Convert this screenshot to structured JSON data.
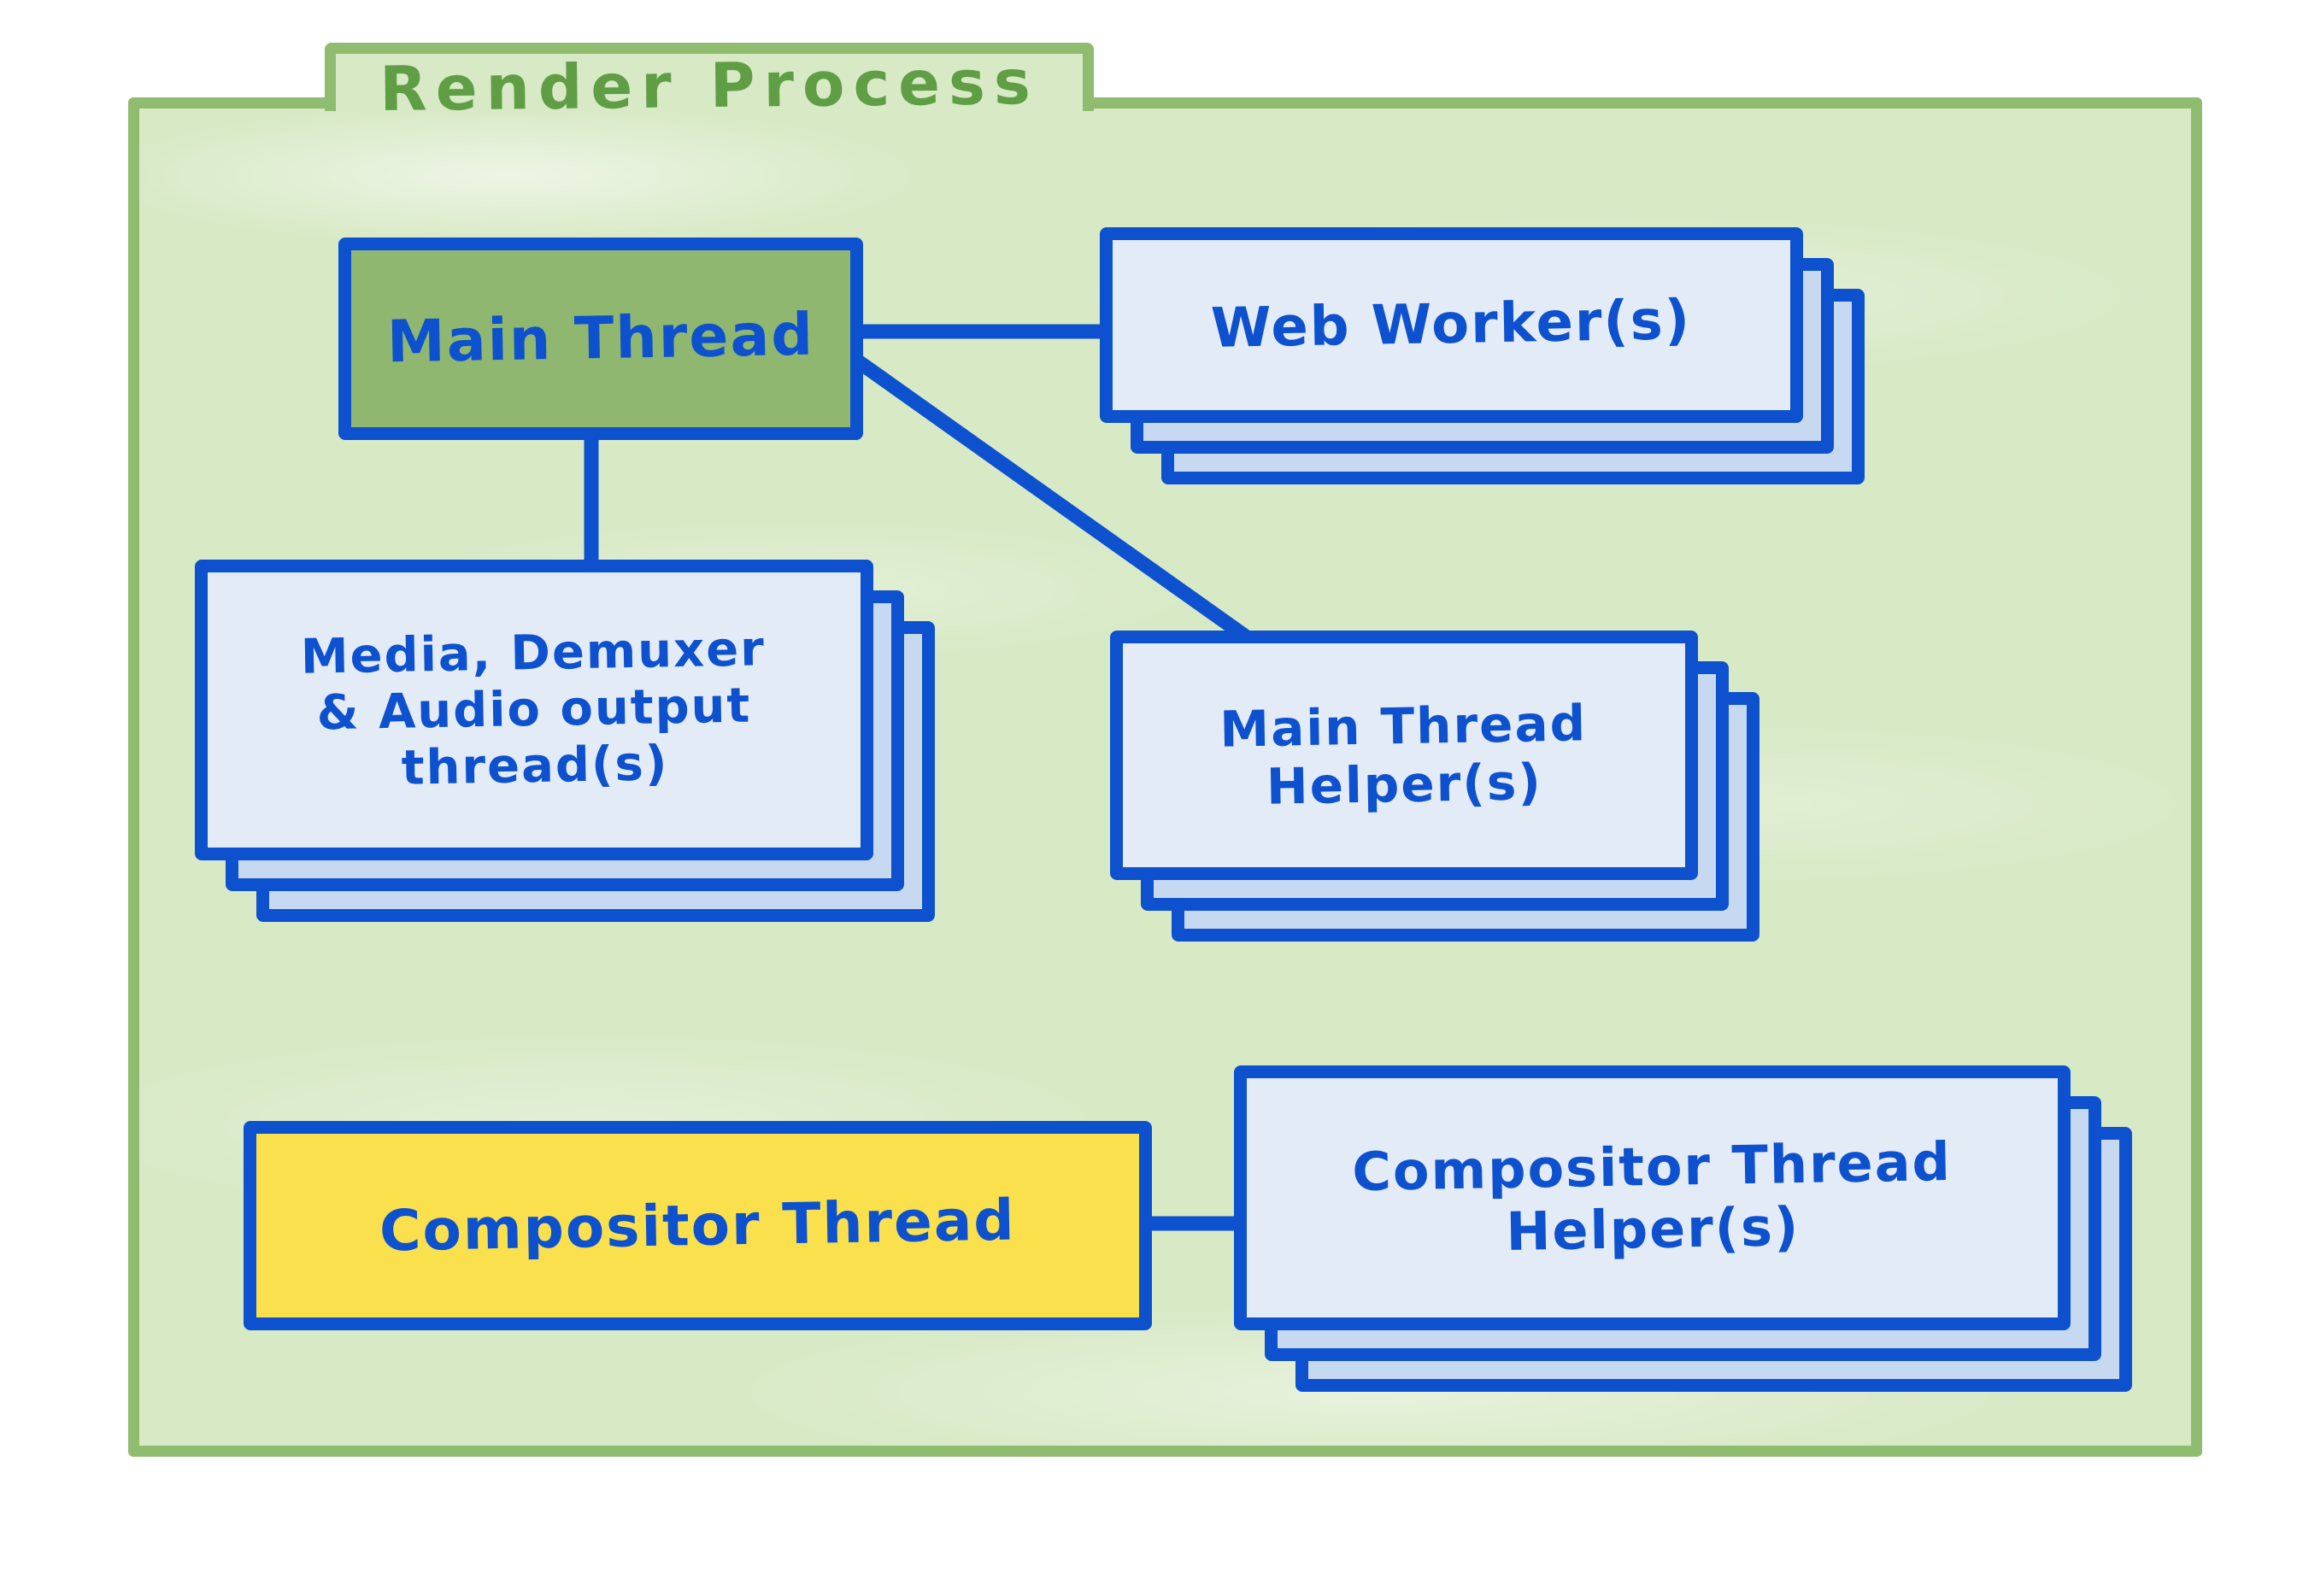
{
  "title": "Render Process",
  "colors": {
    "container_fill": "#d7e9c5",
    "container_border": "#8fbc6e",
    "title_green": "#5f9e45",
    "blue": "#0d51cf",
    "node_green": "#90b76f",
    "node_yellow": "#f9e04c",
    "card_front": "#e3ebf6",
    "card_back": "#c7d9f0"
  },
  "nodes": {
    "main_thread": {
      "label": "Main Thread",
      "style": "green-single"
    },
    "web_workers": {
      "lines": [
        "Web Worker(s)"
      ],
      "style": "stack"
    },
    "media": {
      "lines": [
        "Media, Demuxer",
        "& Audio output",
        "thread(s)"
      ],
      "style": "stack"
    },
    "main_thread_helpers": {
      "lines": [
        "Main Thread",
        "Helper(s)"
      ],
      "style": "stack"
    },
    "compositor_thread": {
      "label": "Compositor Thread",
      "style": "yellow-single"
    },
    "compositor_thread_helpers": {
      "lines": [
        "Compositor Thread",
        "Helper(s)"
      ],
      "style": "stack"
    }
  },
  "edges": [
    {
      "from": "Main Thread",
      "to": "Web Worker(s)"
    },
    {
      "from": "Main Thread",
      "to": "Media, Demuxer & Audio output thread(s)"
    },
    {
      "from": "Main Thread",
      "to": "Main Thread Helper(s)"
    },
    {
      "from": "Compositor Thread",
      "to": "Compositor Thread Helper(s)"
    }
  ]
}
